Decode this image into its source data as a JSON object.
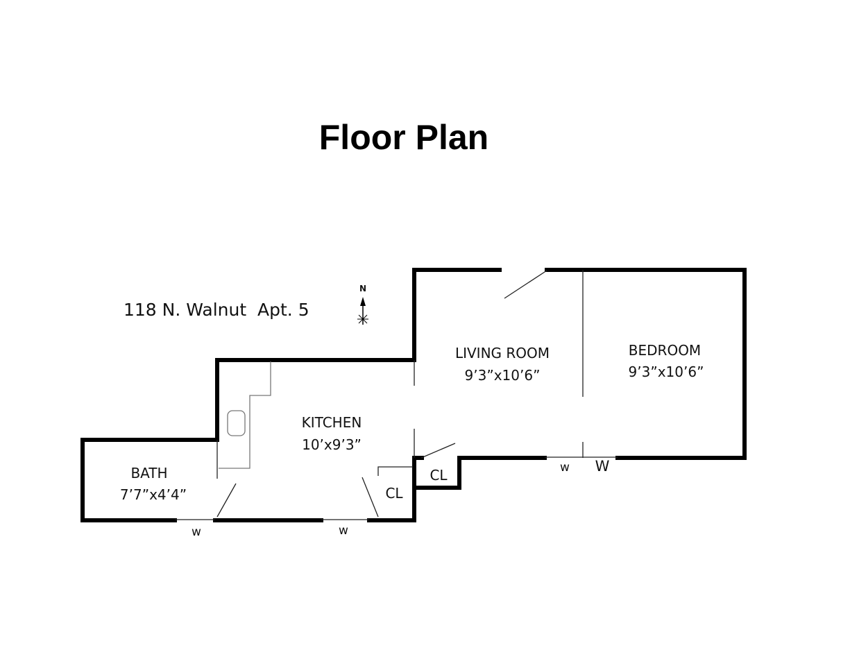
{
  "title": "Floor Plan",
  "address": "118 N. Walnut  Apt. 5",
  "compass": {
    "label": "N"
  },
  "rooms": [
    {
      "name": "LIVING ROOM",
      "size": "9’3”x10’6”"
    },
    {
      "name": "BEDROOM",
      "size": "9’3”x10’6”"
    },
    {
      "name": "KITCHEN",
      "size": "10’x9’3”"
    },
    {
      "name": "BATH",
      "size": "7’7”x4’4”"
    }
  ],
  "closets": [
    "CL",
    "CL"
  ],
  "windows": [
    "w",
    "w",
    "w",
    "W"
  ]
}
